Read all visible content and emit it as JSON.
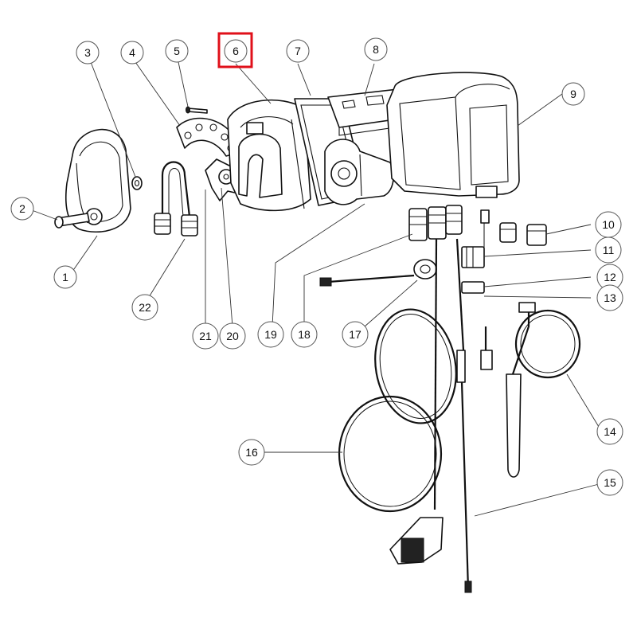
{
  "highlight": {
    "label": "6",
    "color": "#e0101a"
  },
  "callouts": [
    {
      "id": "1",
      "label": "1"
    },
    {
      "id": "2",
      "label": "2"
    },
    {
      "id": "3",
      "label": "3"
    },
    {
      "id": "4",
      "label": "4"
    },
    {
      "id": "5",
      "label": "5"
    },
    {
      "id": "6",
      "label": "6"
    },
    {
      "id": "7",
      "label": "7"
    },
    {
      "id": "8",
      "label": "8"
    },
    {
      "id": "9",
      "label": "9"
    },
    {
      "id": "10",
      "label": "10"
    },
    {
      "id": "11",
      "label": "11"
    },
    {
      "id": "12",
      "label": "12"
    },
    {
      "id": "13",
      "label": "13"
    },
    {
      "id": "14",
      "label": "14"
    },
    {
      "id": "15",
      "label": "15"
    },
    {
      "id": "16",
      "label": "16"
    },
    {
      "id": "17",
      "label": "17"
    },
    {
      "id": "18",
      "label": "18"
    },
    {
      "id": "19",
      "label": "19"
    },
    {
      "id": "20",
      "label": "20"
    },
    {
      "id": "21",
      "label": "21"
    },
    {
      "id": "22",
      "label": "22"
    }
  ]
}
